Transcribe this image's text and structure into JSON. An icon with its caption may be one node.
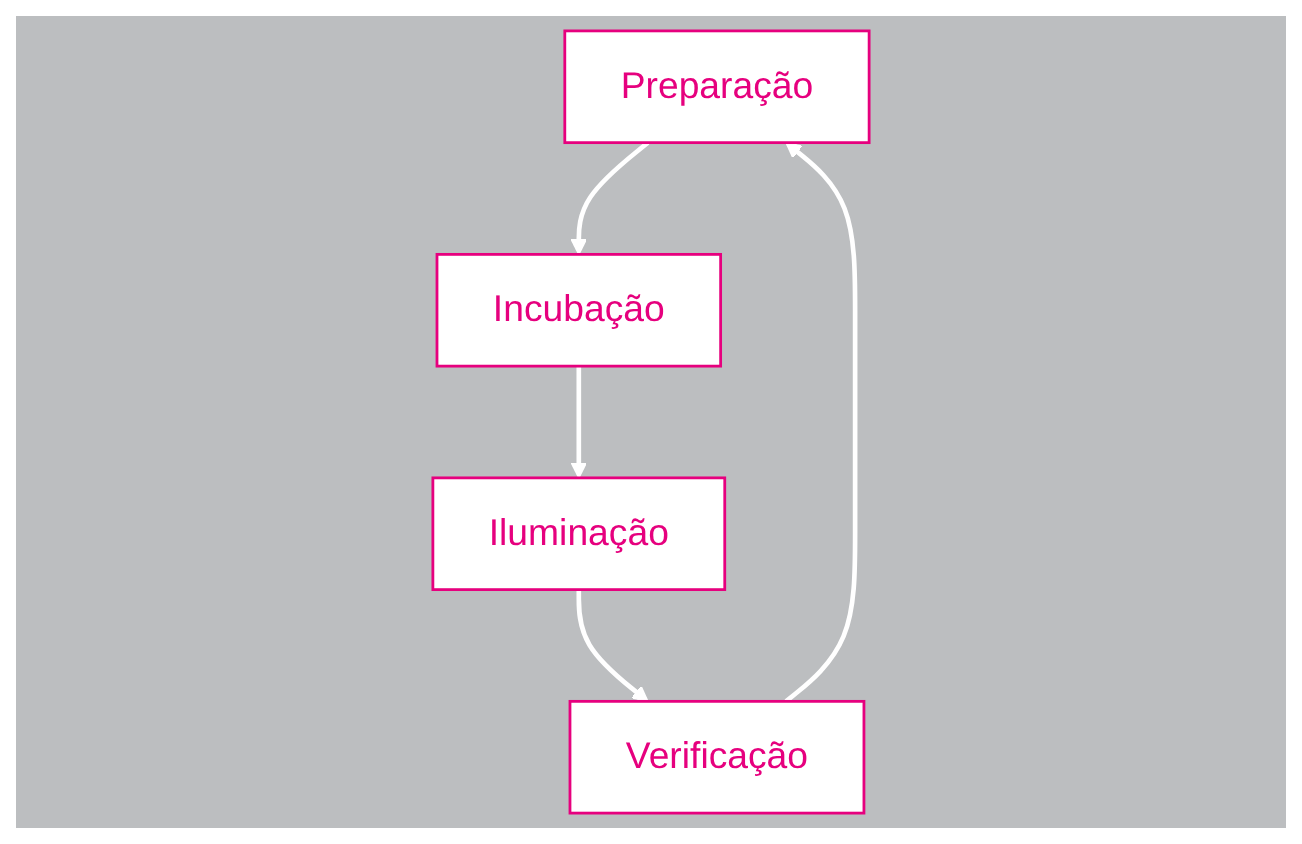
{
  "diagram": {
    "nodes": [
      {
        "text": [
          "Preparação"
        ]
      },
      {
        "text": [
          "Incubação"
        ]
      },
      {
        "text": [
          "Iluminação"
        ]
      },
      {
        "text": [
          "Verificação"
        ]
      }
    ],
    "edges": [
      {
        "from": 0,
        "to": 1,
        "arrow": "to"
      },
      {
        "from": 1,
        "to": 2,
        "arrow": "to"
      },
      {
        "from": 2,
        "to": 3,
        "arrow": "to"
      },
      {
        "from": 3,
        "to": 0,
        "arrow": "to"
      }
    ]
  }
}
